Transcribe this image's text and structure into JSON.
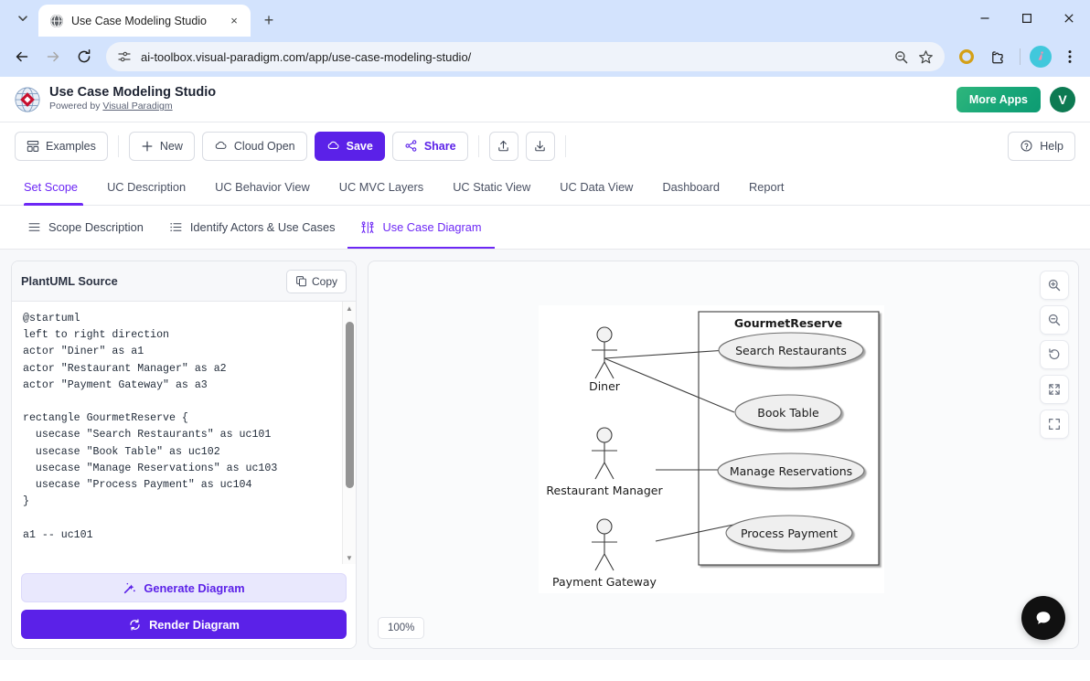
{
  "browser": {
    "tab": {
      "title": "Use Case Modeling Studio",
      "favicon": "globe-icon",
      "close": "×"
    },
    "new_tab_label": "+",
    "url": "ai-toolbox.visual-paradigm.com/app/use-case-modeling-studio/",
    "window_controls": {
      "minimize": "─",
      "maximize": "□",
      "close": "✕"
    },
    "omnibox_icons": [
      "tune-icon",
      "zoom-icon",
      "bookmark-star-icon"
    ],
    "extension_icons": [
      "circle-o-extension-icon",
      "puzzle-extension-icon",
      "profile-avatar",
      "kebab-menu-icon"
    ]
  },
  "header": {
    "logo": "visual-paradigm-logo",
    "title": "Use Case Modeling Studio",
    "powered_by_prefix": "Powered by ",
    "powered_by_link": "Visual Paradigm",
    "more_apps_label": "More Apps",
    "avatar_letter": "V",
    "more_apps_color": "#17a678",
    "accent_color": "#5b21e8"
  },
  "toolbar": {
    "examples_label": "Examples",
    "new_label": "New",
    "cloud_open_label": "Cloud Open",
    "save_label": "Save",
    "share_label": "Share",
    "upload_label": "upload-icon",
    "download_label": "download-icon",
    "help_label": "Help"
  },
  "main_tabs": [
    {
      "label": "Set Scope",
      "active": true
    },
    {
      "label": "UC Description",
      "active": false
    },
    {
      "label": "UC Behavior View",
      "active": false
    },
    {
      "label": "UC MVC Layers",
      "active": false
    },
    {
      "label": "UC Static View",
      "active": false
    },
    {
      "label": "UC Data View",
      "active": false
    },
    {
      "label": "Dashboard",
      "active": false
    },
    {
      "label": "Report",
      "active": false
    }
  ],
  "sub_tabs": [
    {
      "label": "Scope Description",
      "icon": "lines-icon",
      "active": false
    },
    {
      "label": "Identify Actors & Use Cases",
      "icon": "list-icon",
      "active": false
    },
    {
      "label": "Use Case Diagram",
      "icon": "diagram-icon",
      "active": true
    }
  ],
  "code_panel": {
    "title": "PlantUML Source",
    "copy_label": "Copy",
    "source": "@startuml\nleft to right direction\nactor \"Diner\" as a1\nactor \"Restaurant Manager\" as a2\nactor \"Payment Gateway\" as a3\n\nrectangle GourmetReserve {\n  usecase \"Search Restaurants\" as uc101\n  usecase \"Book Table\" as uc102\n  usecase \"Manage Reservations\" as uc103\n  usecase \"Process Payment\" as uc104\n}\n\na1 -- uc101",
    "generate_label": "Generate Diagram",
    "render_label": "Render Diagram"
  },
  "canvas": {
    "zoom_level": "100%",
    "tools": [
      {
        "name": "zoom-in-icon"
      },
      {
        "name": "zoom-out-icon"
      },
      {
        "name": "reset-icon"
      },
      {
        "name": "fit-screen-icon"
      },
      {
        "name": "fullscreen-icon"
      }
    ],
    "chat_icon": "chat-bubble-icon"
  },
  "diagram": {
    "system_boundary": "GourmetReserve",
    "actors": [
      {
        "name": "Diner"
      },
      {
        "name": "Restaurant Manager"
      },
      {
        "name": "Payment Gateway"
      }
    ],
    "use_cases": [
      {
        "name": "Search Restaurants"
      },
      {
        "name": "Book Table"
      },
      {
        "name": "Manage Reservations"
      },
      {
        "name": "Process Payment"
      }
    ],
    "associations": [
      {
        "from": "Diner",
        "to": "Search Restaurants"
      },
      {
        "from": "Diner",
        "to": "Book Table"
      },
      {
        "from": "Restaurant Manager",
        "to": "Manage Reservations"
      },
      {
        "from": "Payment Gateway",
        "to": "Process Payment"
      }
    ]
  }
}
